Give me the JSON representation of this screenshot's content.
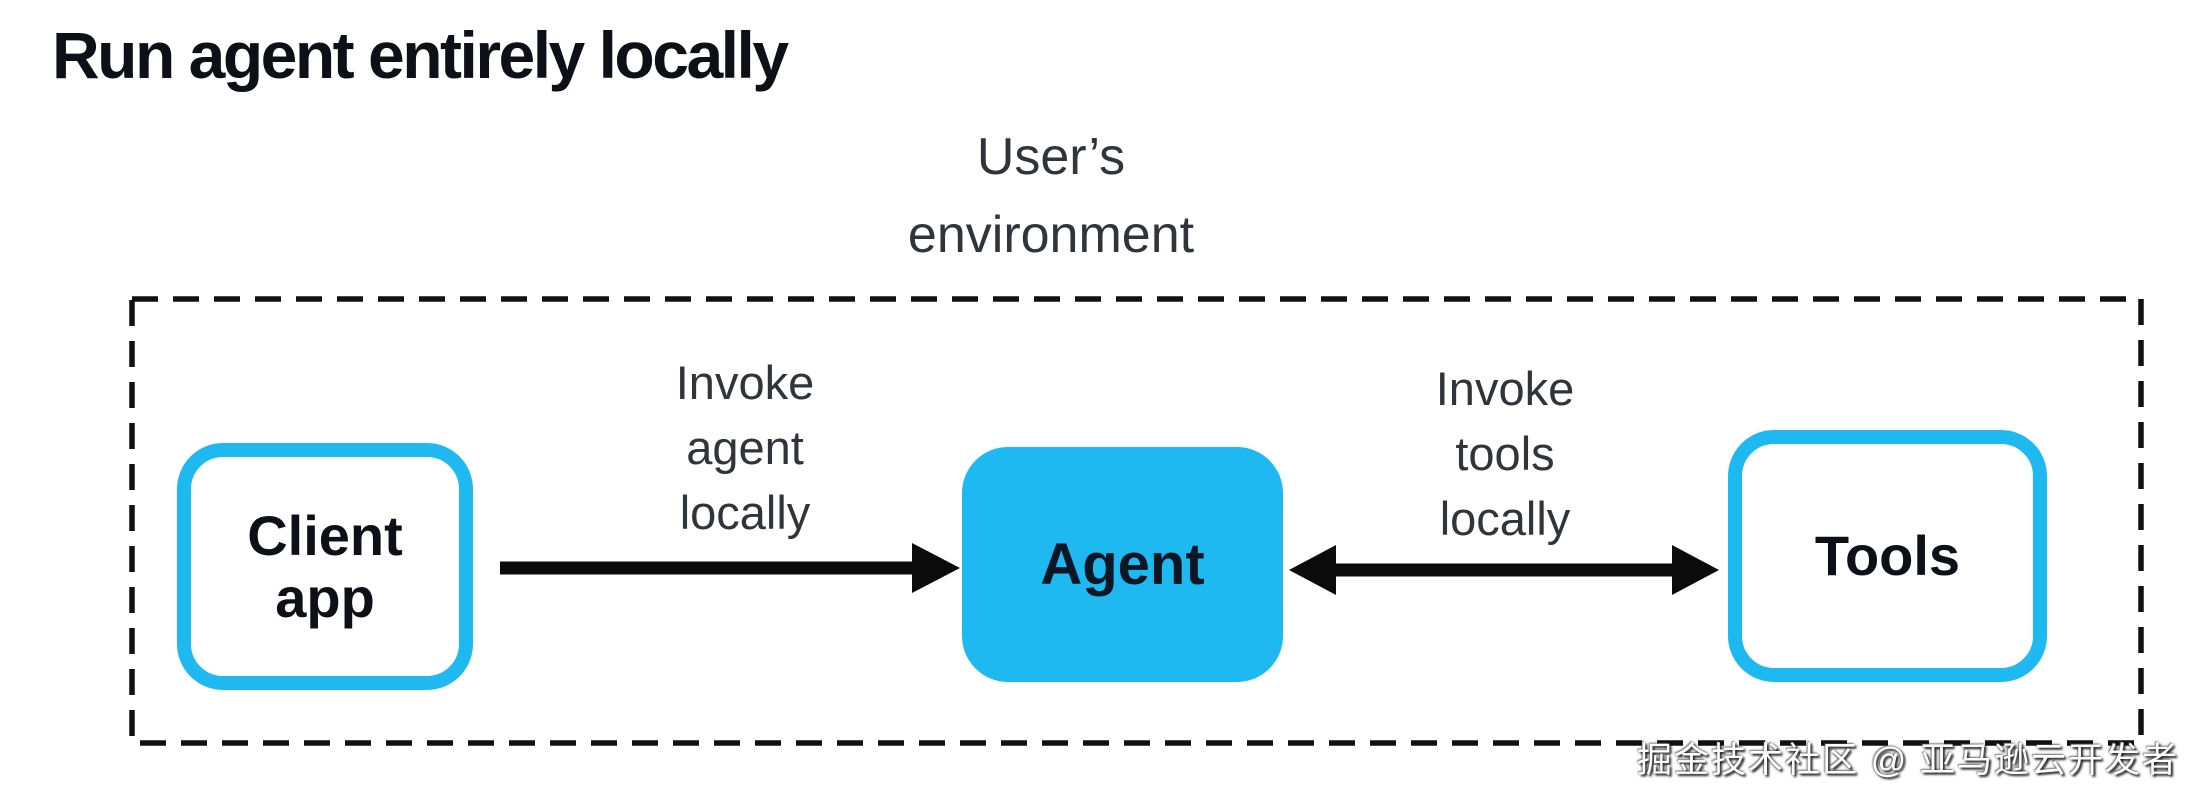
{
  "title": "Run agent entirely locally",
  "environment": {
    "lines": [
      "User’s",
      "environment"
    ]
  },
  "nodes": {
    "client_app": {
      "lines": [
        "Client",
        "app"
      ]
    },
    "agent": {
      "label": "Agent"
    },
    "tools": {
      "label": "Tools"
    }
  },
  "arrows": {
    "invoke_agent": {
      "lines": [
        "Invoke",
        "agent",
        "locally"
      ],
      "direction": "client-app-to-agent"
    },
    "invoke_tools": {
      "lines": [
        "Invoke",
        "tools",
        "locally"
      ],
      "direction": "agent-tools-bidirectional"
    }
  },
  "watermark": "掘金技术社区 @ 亚马逊云开发者",
  "colors": {
    "accent_cyan": "#1db9f0",
    "diagram_black": "#0b0b0b",
    "title_text": "#0d1117",
    "label_text": "#30353c",
    "background": "#ffffff"
  }
}
